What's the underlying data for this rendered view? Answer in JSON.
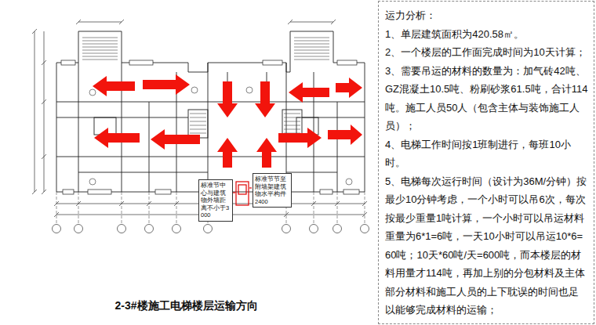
{
  "diagram": {
    "caption": "2-3#楼施工电梯楼层运输方向",
    "nodes": [
      {
        "text": [
          "标准节中心与建筑物外墙距离不小于3000"
        ]
      },
      {
        "text": [
          "标准节节至附墙架建筑物水平构件2400"
        ]
      },
      {
        "text": [
          "运力分析：",
          "1、单层建筑面积为420.58㎡。",
          "2、一个楼层的工作面完成时间为10天计算；",
          "3、需要吊运的材料的数量为：加气砖42吨、GZ混凝土10.5吨、粉刷砂浆61.5吨，合计114吨。施工人员50人（包含主体与装饰施工人员）；",
          "4、电梯工作时间按1班制进行，每班10小时。",
          "5、电梯每次运行时间（设计为36M/分钟）按最少10分钟考虑，一个小时可以吊6次，每次按最少重量1吨计算，一个小时可以吊运材料重量为6*1=6吨，一天10小时可以吊运10*6=60吨；10天*60吨/天=600吨，而本楼层的材料用量才114吨，再加上别的分包材料及主体部分材料和施工人员的上下耽误的时间也足以能够完成材料的运输；"
        ]
      }
    ]
  }
}
